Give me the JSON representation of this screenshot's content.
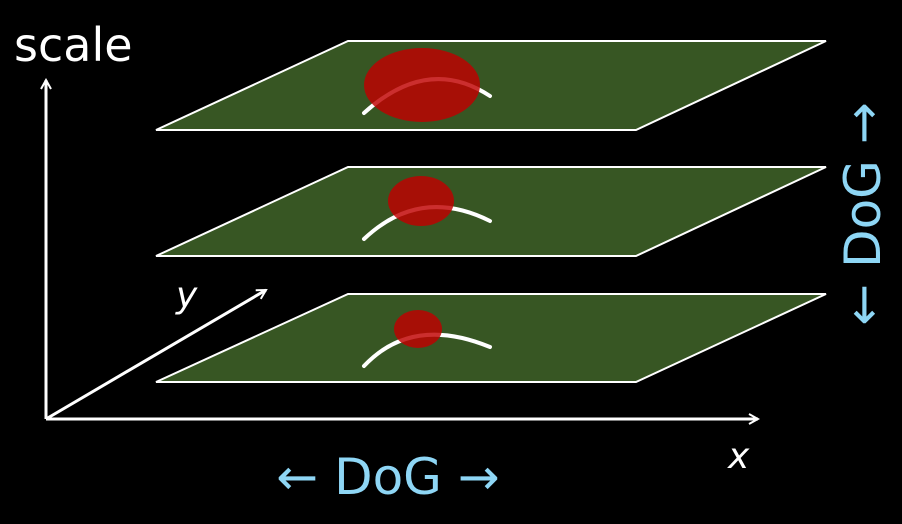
{
  "axis_labels": {
    "scale": "scale",
    "y": "y",
    "x": "x"
  },
  "dog_horizontal": "← DoG →",
  "dog_vertical": "← DoG →",
  "colors": {
    "background": "#000000",
    "plane_fill": "#375623",
    "plane_stroke": "#ffffff",
    "blob_fill": "#c00000",
    "curve": "#ffffff",
    "dog_text": "#8ed6f5",
    "axis": "#ffffff"
  }
}
